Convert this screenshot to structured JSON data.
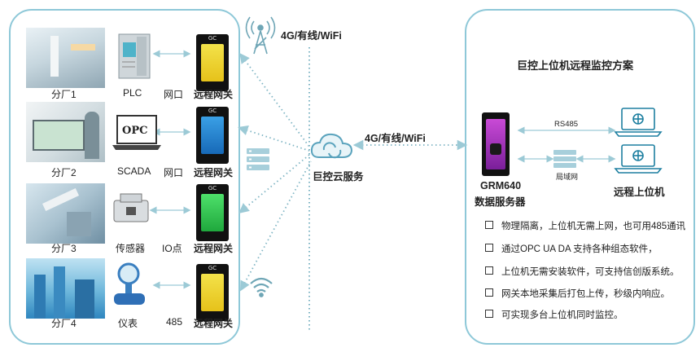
{
  "factories": [
    {
      "name": "分厂1",
      "device": "PLC",
      "interface": "网口",
      "gateway": "远程网关"
    },
    {
      "name": "分厂2",
      "device": "SCADA",
      "interface": "网口",
      "gateway": "远程网关",
      "screen_text": "OPC"
    },
    {
      "name": "分厂3",
      "device": "传感器",
      "interface": "IO点",
      "gateway": "远程网关"
    },
    {
      "name": "分厂4",
      "device": "仪表",
      "interface": "485",
      "gateway": "远程网关"
    }
  ],
  "network_label_top": "4G/有线/WiFi",
  "network_label_right": "4G/有线/WiFi",
  "cloud_label": "巨控云服务",
  "solution_title": "巨控上位机远程监控方案",
  "server": {
    "model": "GRM640",
    "label": "数据服务器"
  },
  "rs485_label": "RS485",
  "lan_label": "局域网",
  "remote_pc_label": "远程上位机",
  "features": [
    "物理隔离，上位机无需上网，也可用485通讯",
    "通过OPC UA DA 支持各种组态软件，",
    "上位机无需安装软件，可支持信创版系统。",
    "网关本地采集后打包上传，秒级内响应。",
    "可实现多台上位机同时监控。"
  ],
  "colors": {
    "panel_border": "#8ec8d8",
    "link": "#8cc3d0",
    "accent": "#1d7fa0"
  }
}
